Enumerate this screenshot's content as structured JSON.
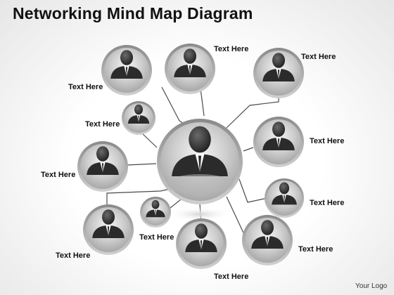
{
  "title": "Networking Mind Map Diagram",
  "logo_text": "Your Logo",
  "center_icon": "person-icon",
  "node_icon": "person-icon",
  "colors": {
    "line": "#4a4a4a",
    "circle_outer": "#9a9a9a",
    "circle_inner": "#d8d8d8",
    "person": "#2b2b2b",
    "label": "#111111"
  },
  "nodes": [
    {
      "label": "Text Here"
    },
    {
      "label": "Text Here"
    },
    {
      "label": "Text Here"
    },
    {
      "label": "Text Here"
    },
    {
      "label": "Text Here"
    },
    {
      "label": "Text Here"
    },
    {
      "label": "Text Here"
    },
    {
      "label": "Text Here"
    },
    {
      "label": "Text Here"
    },
    {
      "label": "Text Here"
    },
    {
      "label": "Text Here"
    }
  ]
}
